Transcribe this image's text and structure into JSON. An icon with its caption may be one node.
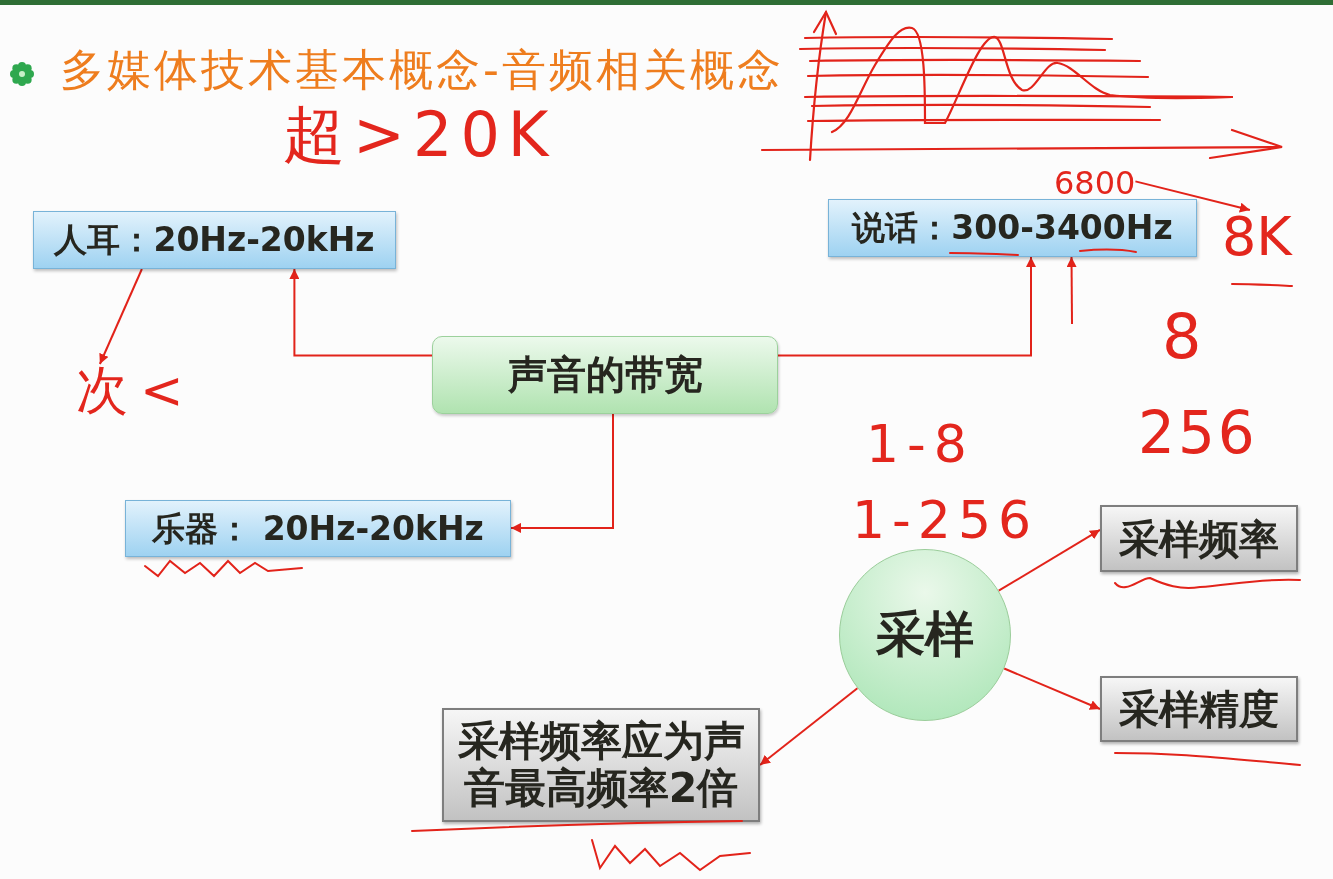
{
  "diagram": {
    "title": "多媒体技术基本概念-音频相关概念",
    "nodes": [
      {
        "text": [
          "人耳：20Hz-20kHz"
        ]
      },
      {
        "text": [
          "说话：300-3400Hz"
        ]
      },
      {
        "text": [
          "声音的带宽"
        ]
      },
      {
        "text": [
          "乐器： 20Hz-20kHz"
        ]
      },
      {
        "text": [
          "采样"
        ]
      },
      {
        "text": [
          "采样频率"
        ]
      },
      {
        "text": [
          "采样精度"
        ]
      },
      {
        "text": [
          "采样频率应为声音最高频率2倍"
        ]
      },
      {
        "text": [
          "次<"
        ]
      },
      {
        "text": [
          "6800"
        ]
      },
      {
        "text": [
          "8K"
        ]
      }
    ],
    "edges": [
      {
        "from": 2,
        "to": 0,
        "arrow": "to"
      },
      {
        "from": 2,
        "to": 1,
        "arrow": "to"
      },
      {
        "from": 2,
        "to": 3,
        "arrow": "to"
      },
      {
        "from": 4,
        "to": 5,
        "arrow": "to"
      },
      {
        "from": 4,
        "to": 6,
        "arrow": "to"
      },
      {
        "from": 4,
        "to": 7,
        "arrow": "to"
      },
      {
        "from": 0,
        "to": 8,
        "arrow": "to"
      },
      {
        "from": 9,
        "to": 10,
        "arrow": "to"
      },
      {
        "from": null,
        "to": 1,
        "arrow": "to"
      }
    ],
    "labels": [
      "超>20K",
      "8",
      "256",
      "1-8",
      "1-256"
    ]
  }
}
